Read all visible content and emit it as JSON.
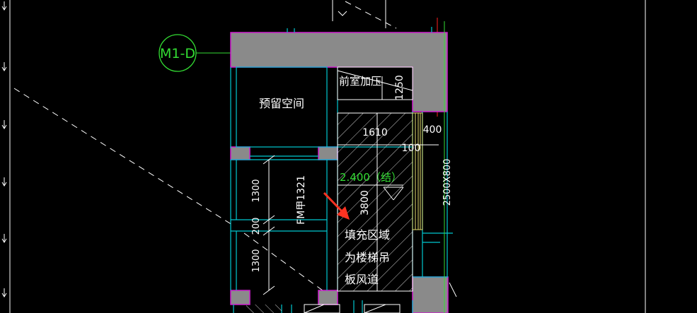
{
  "axis_bubble": {
    "label": "M1-D"
  },
  "rooms": {
    "reserved_space": "预留空间",
    "front_room_pressurization": "前室加压",
    "fill_area_note": [
      "填充区域",
      "为楼梯吊",
      "板风道"
    ]
  },
  "dimensions": {
    "d1250": "1250",
    "d1610": "1610",
    "d400": "400",
    "d100": "100",
    "d3800": "3800",
    "d1300_top": "1300",
    "d200": "200",
    "d1300_bottom": "1300",
    "d2500x800": "2500X800"
  },
  "labels": {
    "door_tag": "FM甲1321",
    "elevation": "2.400（结）"
  },
  "colors": {
    "background": "#000000",
    "wall_fill": "#8a8a8a",
    "wall_edge": "#d020d0",
    "line_cyan": "#00c8d0",
    "line_green": "#33dd33",
    "line_red": "#ff2020",
    "line_yellow": "#e8e070",
    "arrow": "#ff3322"
  }
}
